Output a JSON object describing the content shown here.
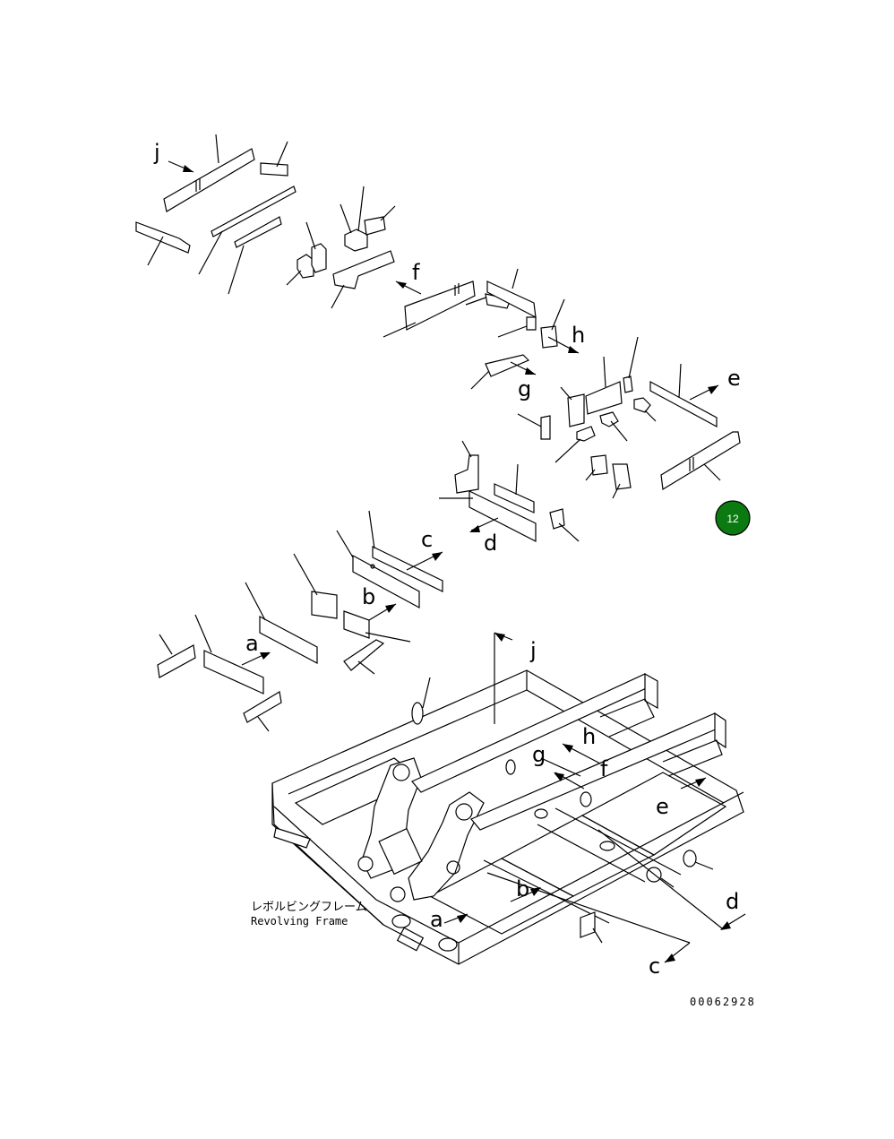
{
  "diagram": {
    "labels": {
      "a": "a",
      "b": "b",
      "c": "c",
      "d": "d",
      "e": "e",
      "f": "f",
      "g": "g",
      "h": "h",
      "j": "j"
    },
    "frame_label_jp": "レボルビングフレーム",
    "frame_label_en": "Revolving Frame",
    "part_number": "00062928",
    "badge": {
      "text": "12",
      "color": "#0b7a11"
    }
  }
}
